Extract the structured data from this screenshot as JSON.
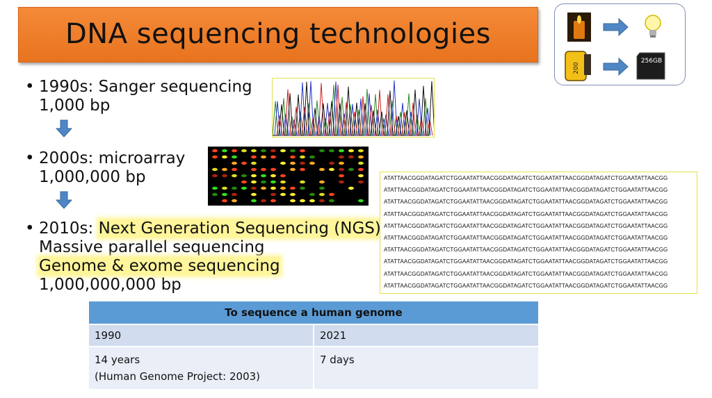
{
  "title": "DNA sequencing  technologies",
  "bullets": [
    {
      "line1": "1990s: Sanger sequencing",
      "lines": [
        "1,000 bp"
      ]
    },
    {
      "line1": "2000s: microarray",
      "lines": [
        "1,000,000 bp"
      ]
    },
    {
      "line1_prefix": "2010s: ",
      "line1_highlight": "Next Generation Sequencing (NGS)",
      "line2": "Massive parallel sequencing",
      "line3_highlight": "Genome & exome sequencing",
      "line4": "1,000,000,000 bp"
    }
  ],
  "memory_card_label": "256GB",
  "film_label": "200",
  "sequence_line": "ATATTAACGGDATAGATCTGGAATATTAACGGDATAGATCTGGAATATTAACGGDATAGATCTGGAATATTAACGG",
  "sequence_rows": 10,
  "table": {
    "header": "To sequence a human genome",
    "col1_year": "1990",
    "col2_year": "2021",
    "col1_time": "14 years",
    "col1_note": "(Human Genome Project: 2003)",
    "col2_time": "7 days"
  },
  "colors": {
    "title_orange": "#f07f2a",
    "arrow_blue": "#4f86c6",
    "highlight": "#fff59a",
    "table_header": "#5b9bd5"
  }
}
